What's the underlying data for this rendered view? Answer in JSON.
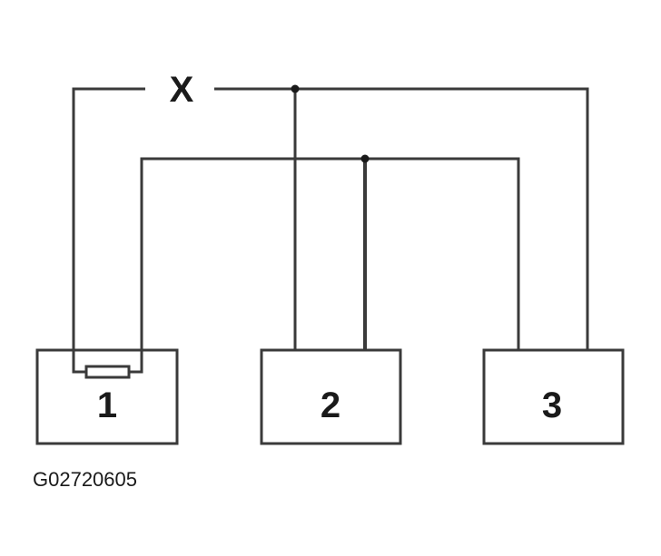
{
  "diagram": {
    "break_marker": "X",
    "components": [
      {
        "label": "1"
      },
      {
        "label": "2"
      },
      {
        "label": "3"
      }
    ],
    "figure_id": "G02720605"
  },
  "colors": {
    "line": "#3a3a3a",
    "text": "#1a1a1a",
    "background": "#ffffff"
  },
  "icons": {
    "fuse": "fuse-icon",
    "junction": "junction-dot-icon"
  }
}
